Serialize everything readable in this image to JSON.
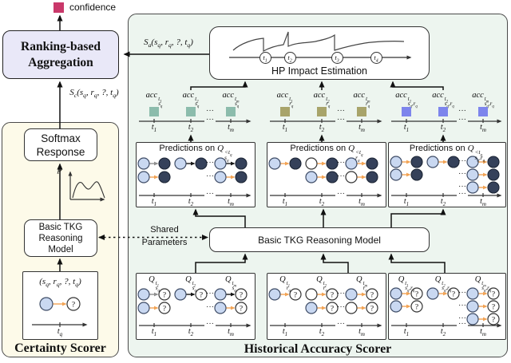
{
  "figure": {
    "confidence_label": "confidence",
    "confidence_color": "#c9386a",
    "ellipsis": "···",
    "question_mark": "?"
  },
  "aggregation": {
    "line1": "Ranking-based",
    "line2": "Aggregation"
  },
  "scores": {
    "sa": "<i>S</i><sub>a</sub>(<i>s</i><sub>q</sub>, <i>r</i><sub>q</sub>, ?, <i>t</i><sub>q</sub>)",
    "sc": "<i>S</i><sub>c</sub>(<i>s</i><sub>q</sub>, <i>r</i><sub>q</sub>, ?, <i>t</i><sub>q</sub>)"
  },
  "shared": {
    "line1": "Shared",
    "line2": "Parameters"
  },
  "certainty": {
    "panel_label": "Certainty Scorer",
    "softmax_line1": "Softmax",
    "softmax_line2": "Response",
    "tkg_line1": "Basic TKG",
    "tkg_line2": "Reasoning",
    "tkg_line3": "Model",
    "p_label": "p",
    "query_tuple": "(<i>s</i><sub>q</sub>, <i>r</i><sub>q</sub>, ?, <i>t</i><sub>q</sub>)",
    "tq_label": "<i>t</i><sub>q</sub>"
  },
  "historical": {
    "panel_label": "Historical Accuracy Scorer",
    "hp_label": "HP Impact Estimation",
    "hp_ticks": [
      "<i>t</i><sub>1</sub>",
      "<i>t</i><sub>2</sub>",
      "<i>t</i><sub>3</sub>",
      "<i>t</i><sub>4</sub>"
    ],
    "tkg_label": "Basic TKG Reasoning Model",
    "pred_title_prefix": "Predictions on ",
    "tick_labels": [
      "<i>t</i><sub>1</sub>",
      "<i>t</i><sub>2</sub>",
      "<i>t</i><sub>m</sub>"
    ],
    "arrow_colors": {
      "gray": "#8f8f8f",
      "black": "#151515",
      "orange": "#f2a354"
    },
    "node_colors": {
      "entity_fill": "#c9d8f1",
      "entity_stroke": "#3e4c66",
      "prediction_fill": "#35415a",
      "prediction_stroke": "#1c2535"
    },
    "groups": [
      {
        "name": "subject",
        "color": "#8cbcac",
        "labels": [
          "<i>acc</i><span class='ss'><span><i>t</i><sub>1</sub></span><span><i>s</i><sub>q</sub></span></span>",
          "<i>acc</i><span class='ss'><span><i>t</i><sub>2</sub></span><span><i>s</i><sub>q</sub></span></span>",
          "<i>acc</i><span class='ss'><span><i>t</i><sub>m</sub></span><span><i>s</i><sub>q</sub></span></span>"
        ]
      },
      {
        "name": "relation",
        "color": "#a8a46a",
        "labels": [
          "<i>acc</i><span class='ss'><span><i>t</i><sub>1</sub></span><span><i>r</i><sub>q</sub></span></span>",
          "<i>acc</i><span class='ss'><span><i>t</i><sub>2</sub></span><span><i>r</i><sub>q</sub></span></span>",
          "<i>acc</i><span class='ss'><span><i>t</i><sub>m</sub></span><span><i>r</i><sub>q</sub></span></span>"
        ]
      },
      {
        "name": "subject-relation",
        "color": "#7d85ec",
        "labels": [
          "<i>acc</i><span class='ss'><span><i>t</i><sub>1</sub></span><span><i>s</i><sub>q</sub>,<i>r</i><sub>q</sub></span></span>",
          "<i>acc</i><span class='ss'><span><i>t</i><sub>2</sub></span><span><i>s</i><sub>q</sub>,<i>r</i><sub>q</sub></span></span>",
          "<i>acc</i><span class='ss'><span><i>t</i><sub>m</sub></span><span><i>s</i><sub>q</sub>,<i>r</i><sub>q</sub></span></span>"
        ]
      }
    ],
    "pred_boxes": [
      {
        "q": "<span class='m'><i>Q</i><span class='ss'><span>&lt;<i>t</i><sub>q</sub></span><span><i>s</i><sub>q</sub></span></span></span>",
        "rows": [
          [
            {
              "c": 1,
              "a": "gray"
            },
            {
              "c": 2,
              "a": "black"
            },
            {
              "c": 3,
              "a": "black"
            }
          ],
          [
            {
              "c": 1,
              "a": "orange"
            },
            {
              "c": 3,
              "a": "orange"
            }
          ]
        ]
      },
      {
        "q": "<span class='m'><i>Q</i><span class='ss'><span>&lt;<i>t</i><sub>q</sub></span><span><i>r</i><sub>q</sub></span></span></span>",
        "rows": [
          [
            {
              "c": 1,
              "a": "orange"
            },
            {
              "c": 2,
              "a": "orange",
              "left": "white"
            },
            {
              "c": 3,
              "a": "orange"
            }
          ],
          [
            {
              "c": 2,
              "a": "orange"
            },
            {
              "c": 3,
              "a": "orange",
              "left": "white"
            }
          ]
        ]
      },
      {
        "q": "<span class='m'><i>Q</i><span class='ss'><span>&lt;<i>t</i><sub>q</sub></span><span><i>s</i><sub>q</sub>,<i>r</i><sub>q</sub></span></span></span>",
        "rows": [
          [
            {
              "c": 1,
              "a": "orange"
            },
            {
              "c": 2,
              "a": "orange"
            },
            {
              "c": 3,
              "a": "orange"
            }
          ],
          [
            {
              "c": 1,
              "a": "orange"
            },
            {
              "c": 3,
              "a": "orange"
            }
          ],
          [
            {
              "c": 3,
              "a": "orange"
            }
          ]
        ]
      }
    ],
    "query_boxes": [
      {
        "labels": [
          "<i>Q</i><span class='ss'><span><i>t</i><sub>1</sub></span><span><i>s</i><sub>q</sub></span></span>",
          "<i>Q</i><span class='ss'><span><i>t</i><sub>2</sub></span><span><i>s</i><sub>q</sub></span></span>",
          "<i>Q</i><span class='ss'><span><i>t</i><sub>m</sub></span><span><i>s</i><sub>q</sub></span></span>"
        ],
        "rows": [
          [
            {
              "c": 1,
              "a": "gray"
            },
            {
              "c": 2,
              "a": "black"
            },
            {
              "c": 3,
              "a": "black"
            }
          ],
          [
            {
              "c": 1,
              "a": "orange"
            },
            {
              "c": 3,
              "a": "orange"
            }
          ]
        ]
      },
      {
        "labels": [
          "<i>Q</i><span class='ss'><span><i>t</i><sub>1</sub></span><span><i>r</i><sub>q</sub></span></span>",
          "<i>Q</i><span class='ss'><span><i>t</i><sub>2</sub></span><span><i>r</i><sub>q</sub></span></span>",
          "<i>Q</i><span class='ss'><span><i>t</i><sub>m</sub></span><span><i>r</i><sub>q</sub></span></span>"
        ],
        "rows": [
          [
            {
              "c": 1,
              "a": "orange"
            },
            {
              "c": 2,
              "a": "orange",
              "left": "white"
            },
            {
              "c": 3,
              "a": "orange"
            }
          ],
          [
            {
              "c": 2,
              "a": "orange"
            },
            {
              "c": 3,
              "a": "orange",
              "left": "white"
            }
          ]
        ]
      },
      {
        "labels": [
          "<i>Q</i><span class='ss'><span><i>t</i><sub>1</sub></span><span><i>s</i><sub>q</sub>,<i>r</i><sub>q</sub></span></span>",
          "<i>Q</i><span class='ss'><span><i>t</i><sub>2</sub></span><span><i>s</i><sub>q</sub>,<i>r</i><sub>q</sub></span></span>",
          "<i>Q</i><span class='ss'><span><i>t</i><sub>m</sub></span><span><i>s</i><sub>q</sub>,<i>r</i><sub>q</sub></span></span>"
        ],
        "rows": [
          [
            {
              "c": 1,
              "a": "orange"
            },
            {
              "c": 2,
              "a": "orange"
            },
            {
              "c": 3,
              "a": "orange"
            }
          ],
          [
            {
              "c": 1,
              "a": "orange"
            },
            {
              "c": 3,
              "a": "orange"
            }
          ],
          [
            {
              "c": 3,
              "a": "orange"
            }
          ]
        ]
      }
    ]
  }
}
